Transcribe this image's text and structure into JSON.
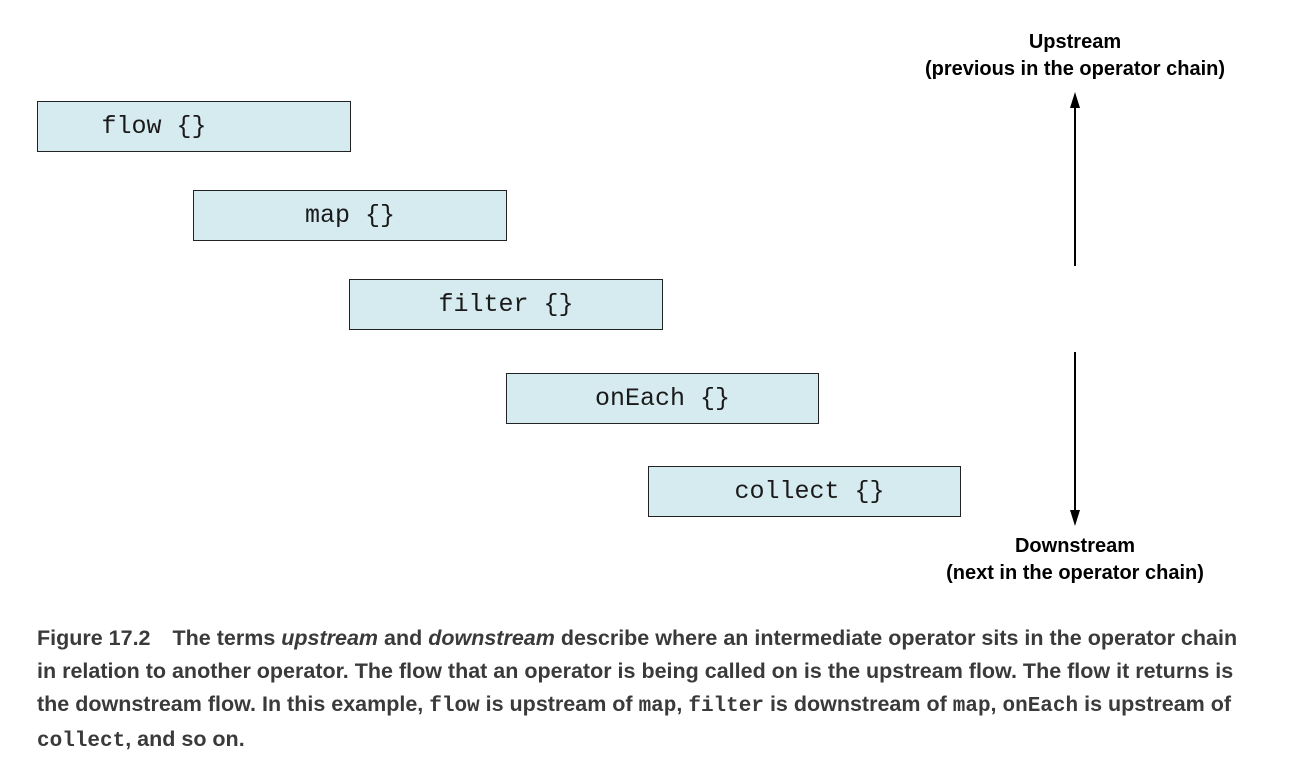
{
  "boxes": {
    "flow": "flow {}",
    "map": "map {}",
    "filter": "filter {}",
    "oneach": "onEach {}",
    "collect": "collect {}"
  },
  "upstream": {
    "title": "Upstream",
    "subtitle": "(previous in the operator chain)"
  },
  "downstream": {
    "title": "Downstream",
    "subtitle": "(next in the operator chain)"
  },
  "caption": {
    "figure": "Figure 17.2",
    "p1": "The terms ",
    "em1": "upstream",
    "p2": " and ",
    "em2": "downstream",
    "p3": " describe where an intermediate operator sits in the operator chain in relation to another operator. The flow that an operator is being called on is the upstream flow. The flow it returns is the downstream flow. In this example, ",
    "c1": "flow",
    "p4": " is upstream of ",
    "c2": "map",
    "p5": ", ",
    "c3": "filter",
    "p6": " is downstream of ",
    "c4": "map",
    "p7": ", ",
    "c5": "onEach",
    "p8": " is upstream of ",
    "c6": "collect",
    "p9": ", and so on."
  },
  "colors": {
    "box_fill": "#d6ebf0",
    "box_border": "#222222",
    "caption_text": "#3a3a3a"
  }
}
